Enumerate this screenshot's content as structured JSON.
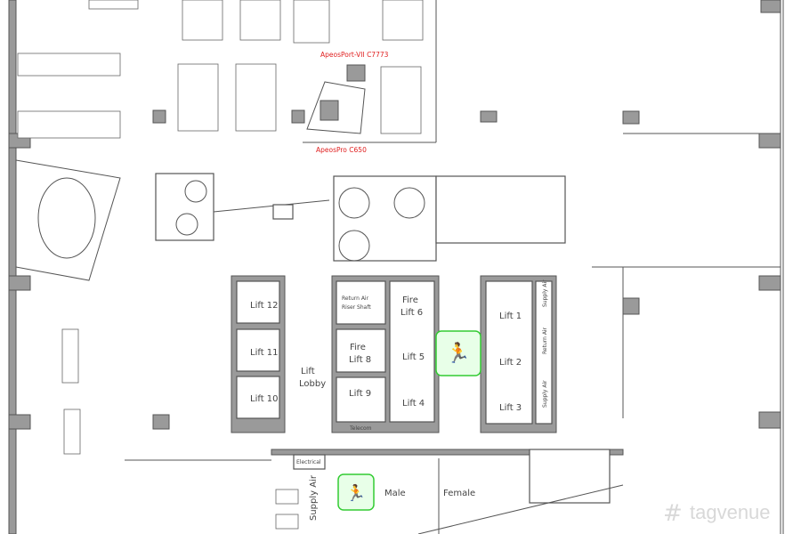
{
  "printers": {
    "printer_1": "ApeosPort-VII C7773",
    "printer_2": "ApeosPro C650"
  },
  "lifts": {
    "lift_12": "Lift 12",
    "lift_11": "Lift 11",
    "lift_10": "Lift 10",
    "lift_lobby_1": "Lift",
    "lift_lobby_2": "Lobby",
    "return_air_1": "Return Air",
    "return_air_2": "Riser Shaft",
    "fire_lift_8_a": "Fire",
    "fire_lift_8_b": "Lift 8",
    "lift_9": "Lift 9",
    "fire_lift_6_a": "Fire",
    "fire_lift_6_b": "Lift 6",
    "lift_5": "Lift 5",
    "lift_4": "Lift 4",
    "lift_1": "Lift 1",
    "lift_2": "Lift 2",
    "lift_3": "Lift 3"
  },
  "shafts": {
    "supply_air_top": "Supply Air",
    "return_air_side": "Return Air",
    "supply_air_side": "Supply Air",
    "supply_air_bottom": "Supply Air",
    "telecom": "Telecom",
    "electrical": "Electrical"
  },
  "toilets": {
    "male": "Male",
    "female": "Female"
  },
  "watermark": "tagvenue",
  "colors": {
    "exit_green": "#33cc33",
    "printer_label": "#e02020"
  }
}
